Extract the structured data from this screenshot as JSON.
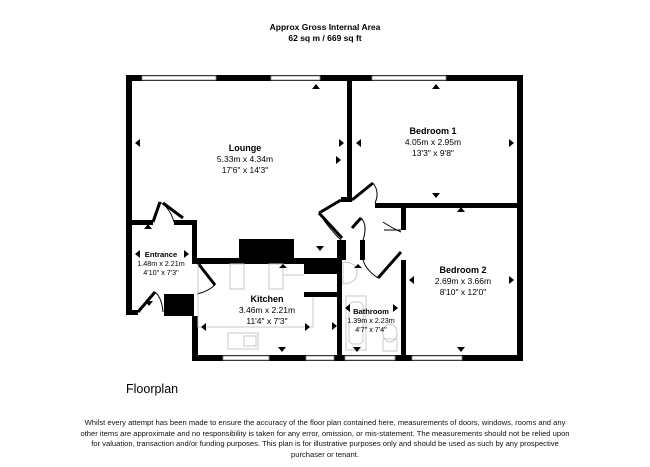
{
  "header": {
    "title": "Approx Gross Internal Area",
    "area": "62 sq m / 669 sq ft"
  },
  "rooms": {
    "lounge": {
      "name": "Lounge",
      "metric": "5.33m x 4.34m",
      "imperial": "17'6\" x 14'3\""
    },
    "bedroom1": {
      "name": "Bedroom 1",
      "metric": "4.05m x 2.95m",
      "imperial": "13'3\" x 9'8\""
    },
    "entrance": {
      "name": "Entrance",
      "metric": "1.48m x 2.21m",
      "imperial": "4'10\" x 7'3\""
    },
    "kitchen": {
      "name": "Kitchen",
      "metric": "3.46m x 2.21m",
      "imperial": "11'4\" x 7'3\""
    },
    "bathroom": {
      "name": "Bathroom",
      "metric": "1.39m x 2.23m",
      "imperial": "4'7\" x 7'4\""
    },
    "bedroom2": {
      "name": "Bedroom 2",
      "metric": "2.69m x 3.66m",
      "imperial": "8'10\" x 12'0\""
    }
  },
  "floor": {
    "title": "Floorplan"
  },
  "disclaimer": "Whilst every attempt has been made to ensure the accuracy of the floor plan contained here, measurements of doors, windows, rooms and any other items are approximate and no responsibility is taken for any error, omission, or mis-statement. The measurements should not be relied upon for valuation, transaction and/or funding purposes. This plan is for illustrative purposes only and should be used as such by any prospective purchaser or tenant.",
  "colors": {
    "wall": "#000000",
    "fixture": "#c8c8c8",
    "window": "#9a9a9a"
  }
}
